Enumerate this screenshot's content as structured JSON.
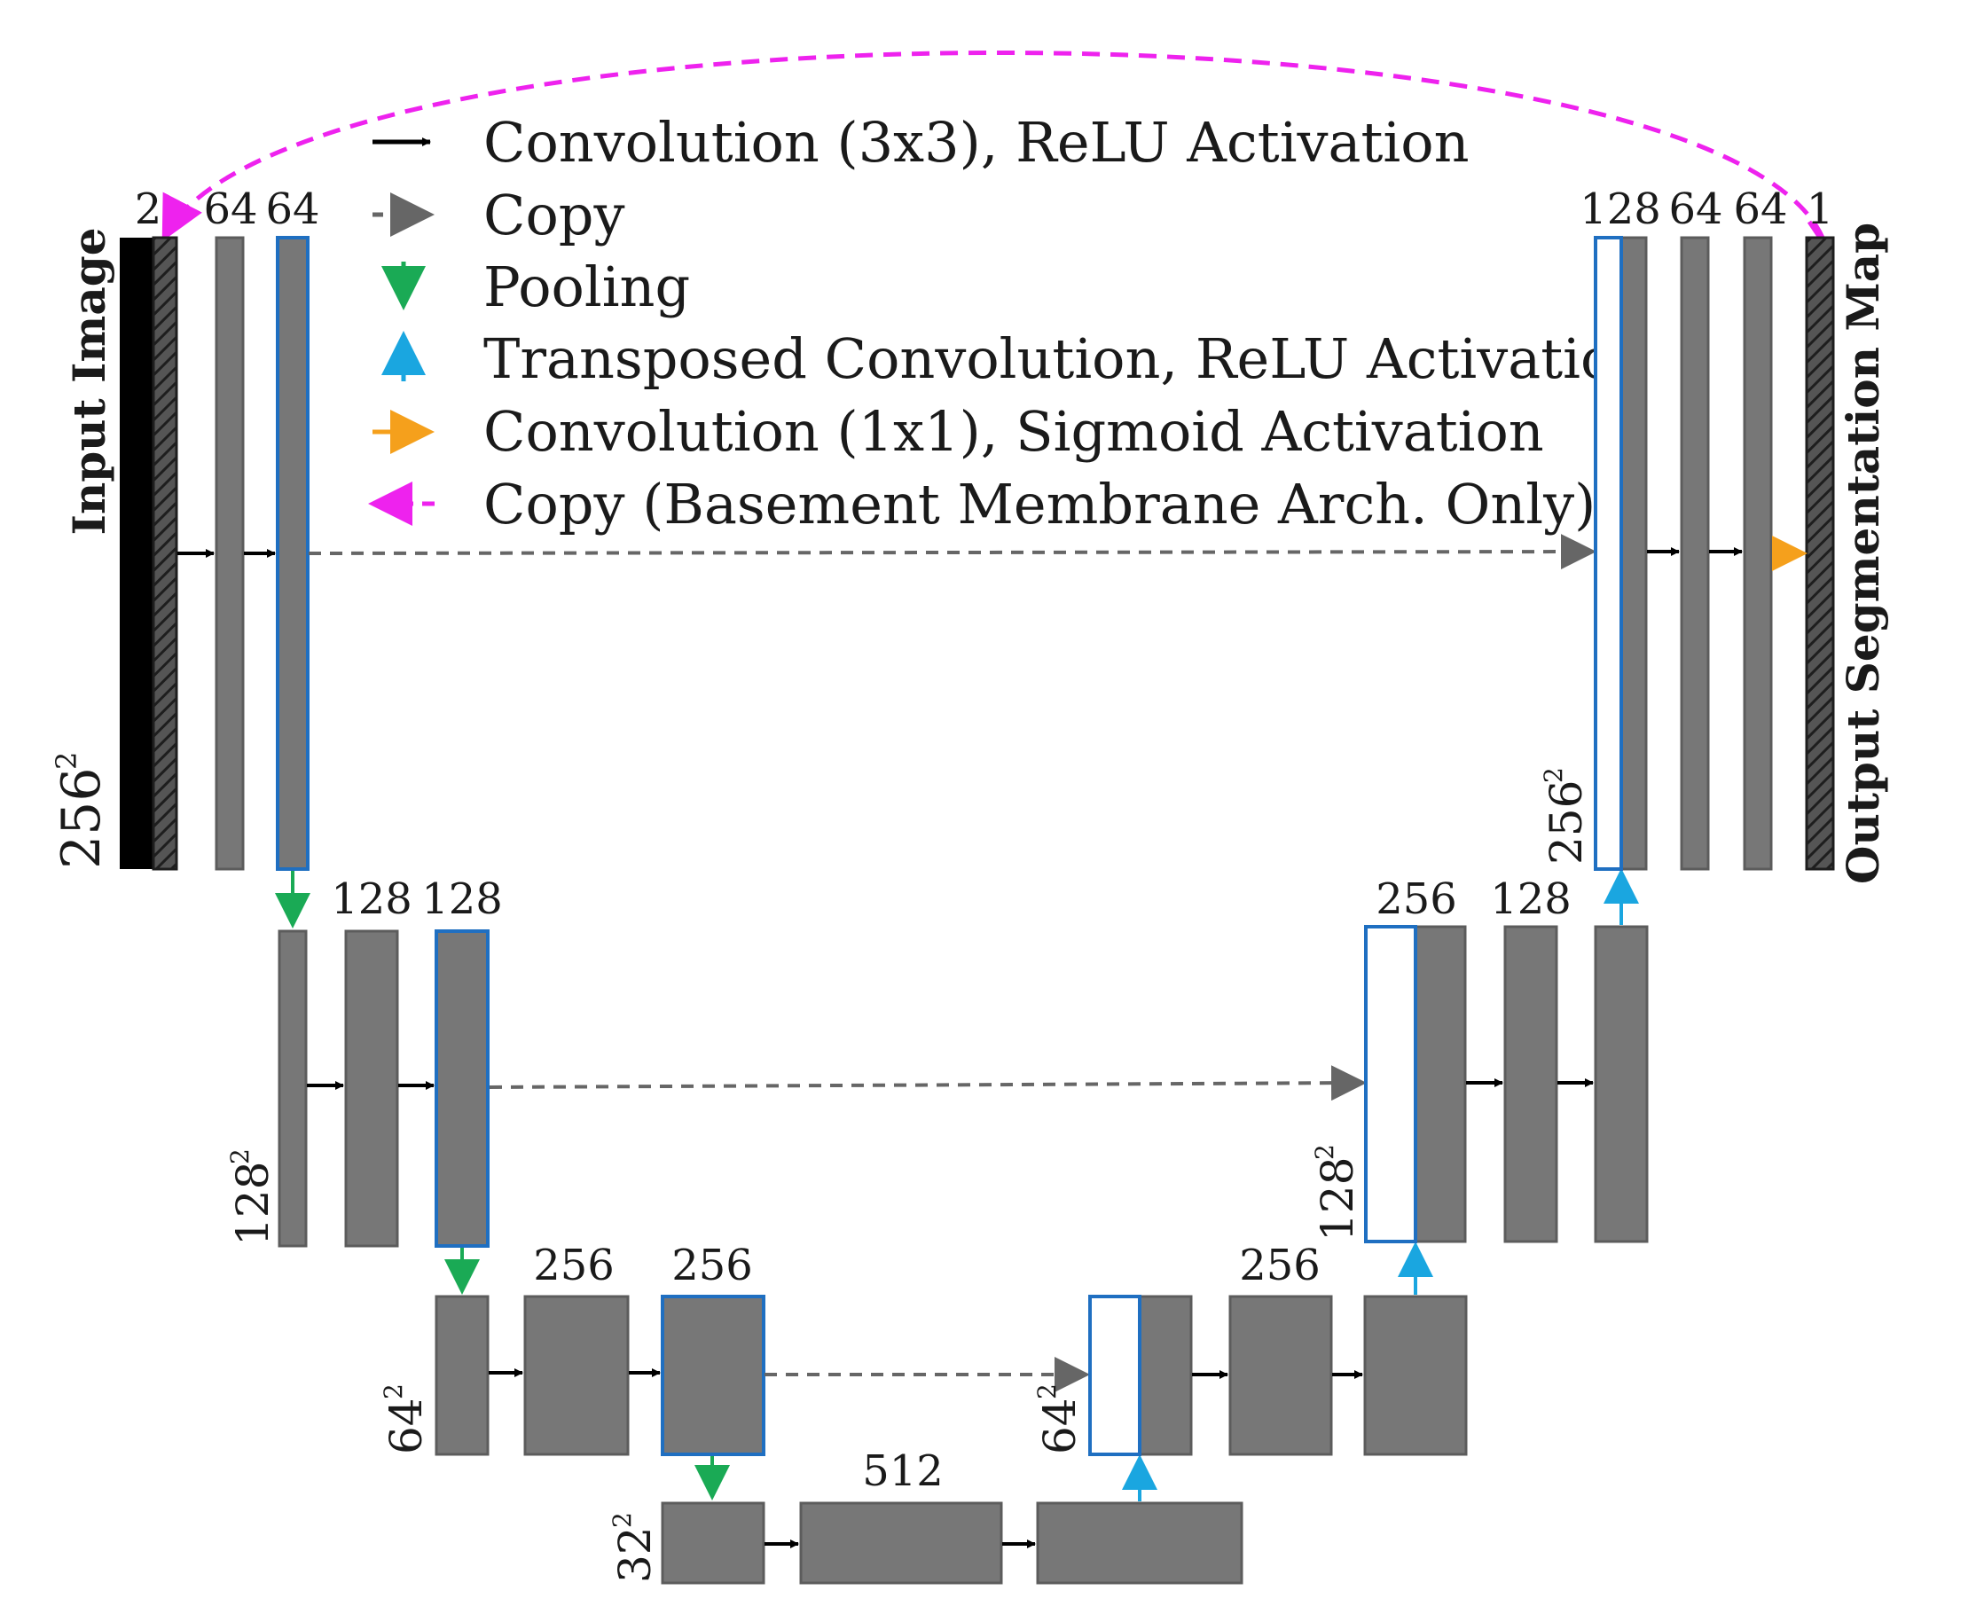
{
  "colors": {
    "block_fill": "#777777",
    "block_stroke": "#5c5c5c",
    "copy_outline": "#1f6fc1",
    "conv_arrow": "#000000",
    "copy_arrow": "#666666",
    "pool_arrow": "#1aaa55",
    "upconv_arrow": "#1aa6e0",
    "sigmoid_arrow": "#f5a01c",
    "membrane_copy": "#ee22ee",
    "input_fill": "#000000",
    "hatch": "#3a3a3a"
  },
  "legend": [
    {
      "icon": "black-right-arrow",
      "text": "Convolution (3x3), ReLU Activation"
    },
    {
      "icon": "gray-dashed-arrow",
      "text": "Copy"
    },
    {
      "icon": "green-down-arrow",
      "text": "Pooling"
    },
    {
      "icon": "blue-up-arrow",
      "text": "Transposed Convolution, ReLU Activation"
    },
    {
      "icon": "orange-right-arrow",
      "text": "Convolution (1x1), Sigmoid Activation"
    },
    {
      "icon": "magenta-dashed-arrow",
      "text": "Copy (Basement Membrane Arch. Only)"
    }
  ],
  "side_labels": {
    "input": "Input Image",
    "output": "Output Segmentation Map"
  },
  "channels": {
    "in_2": "2",
    "enc1_a": "64",
    "enc1_b": "64",
    "enc2_a": "128",
    "enc2_b": "128",
    "enc3_a": "256",
    "enc3_b": "256",
    "bottom": "512",
    "dec3": "256",
    "dec2_a": "256",
    "dec2_b": "128",
    "dec1_a": "128",
    "dec1_b": "64",
    "dec1_c": "64",
    "out_1": "1"
  },
  "resolutions": {
    "r256_left": "256",
    "r128_left": "128",
    "r64_left": "64",
    "r32": "32",
    "r64_right": "64",
    "r128_right": "128",
    "r256_right": "256",
    "sup": "2"
  }
}
